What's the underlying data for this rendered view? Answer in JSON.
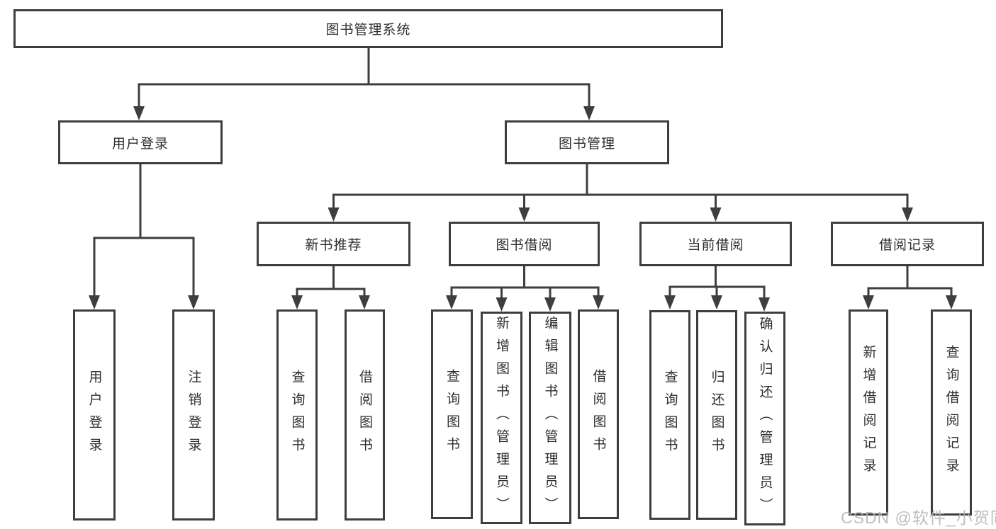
{
  "diagram": {
    "root": {
      "label": "图书管理系统"
    },
    "level2": [
      {
        "label": "用户登录",
        "children": [
          {
            "label": "用户登录"
          },
          {
            "label": "注销登录"
          }
        ]
      },
      {
        "label": "图书管理",
        "children": [
          {
            "label": "新书推荐",
            "children": [
              {
                "label": "查询图书"
              },
              {
                "label": "借阅图书"
              }
            ]
          },
          {
            "label": "图书借阅",
            "children": [
              {
                "label": "查询图书"
              },
              {
                "label": "新增图书（管理员）"
              },
              {
                "label": "编辑图书（管理员）"
              },
              {
                "label": "借阅图书"
              }
            ]
          },
          {
            "label": "当前借阅",
            "children": [
              {
                "label": "查询图书"
              },
              {
                "label": "归还图书"
              },
              {
                "label": "确认归还（管理员）"
              }
            ]
          },
          {
            "label": "借阅记录",
            "children": [
              {
                "label": "新增借阅记录"
              },
              {
                "label": "查询借阅记录"
              }
            ]
          }
        ]
      }
    ]
  },
  "watermark": {
    "text": "CSDN @软件_小贺同学"
  },
  "colors": {
    "line": "#3e3e3e",
    "text": "#2e2e2e",
    "watermark": "#b3b3b3",
    "background": "#ffffff"
  }
}
